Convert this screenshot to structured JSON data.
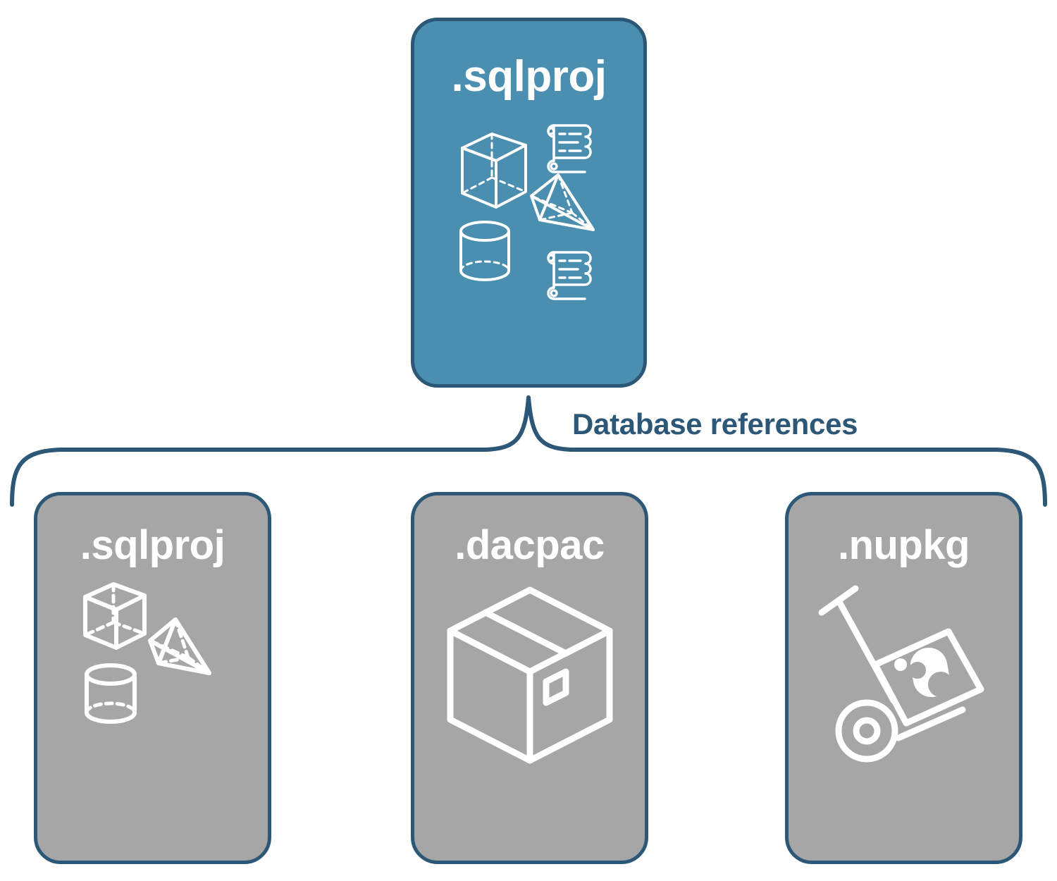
{
  "diagram": {
    "title_text": "Database references",
    "colors": {
      "accent_blue": "#4A8EB0",
      "border_blue": "#2C5777",
      "gray": "#A6A6A6",
      "icon_white": "#FFFFFF",
      "background": "#FFFFFF"
    },
    "root": {
      "label": ".sqlproj",
      "fill": "#4A8EB0",
      "icons": [
        "cube-wireframe-icon",
        "pyramid-wireframe-icon",
        "cylinder-wireframe-icon",
        "scroll-icon",
        "scroll-icon"
      ]
    },
    "connector": {
      "type": "curly-brace",
      "label": "Database references"
    },
    "children": [
      {
        "label": ".sqlproj",
        "fill": "#A6A6A6",
        "icons": [
          "cube-wireframe-icon",
          "pyramid-wireframe-icon",
          "cylinder-wireframe-icon"
        ]
      },
      {
        "label": ".dacpac",
        "fill": "#A6A6A6",
        "icons": [
          "package-box-icon"
        ]
      },
      {
        "label": ".nupkg",
        "fill": "#A6A6A6",
        "icons": [
          "hand-truck-nuget-icon"
        ]
      }
    ]
  }
}
